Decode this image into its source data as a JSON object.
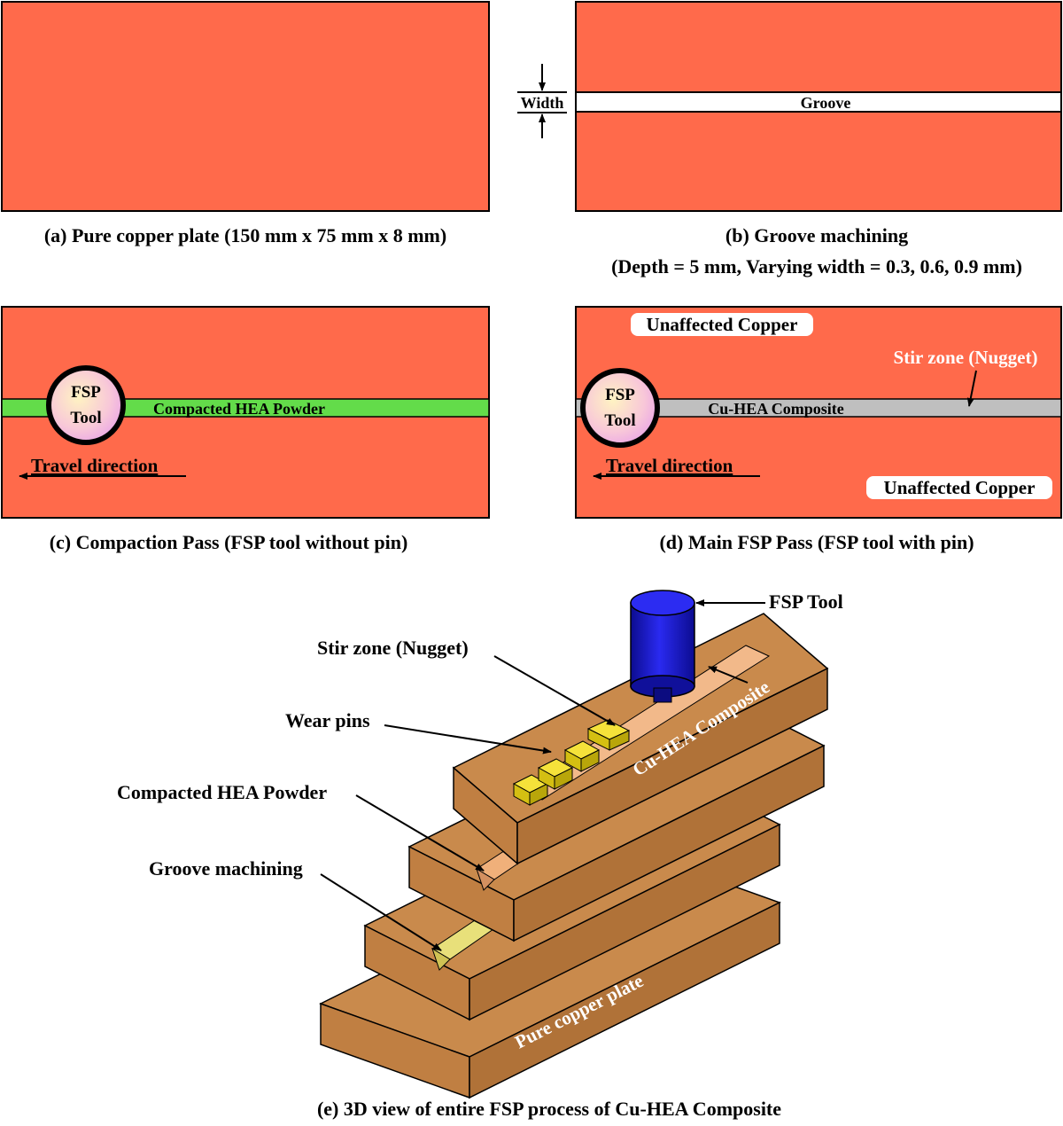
{
  "colors": {
    "copper": "#ff6a4b",
    "groove_fill": "#ffffff",
    "hea_powder": "#63dc4a",
    "composite": "#bfbfbf",
    "block_top": "#c98a4c",
    "block_side": "#b07238",
    "block_face": "#c07f42",
    "tool_blue": "#1a1adc",
    "wear_pin": "#e6d21a",
    "label_white": "#ffffff"
  },
  "panel_a": {
    "caption": "(a) Pure copper plate (150 mm x 75 mm x 8 mm)"
  },
  "panel_b": {
    "groove_label": "Groove",
    "width_label": "Width",
    "caption_line1": "(b) Groove machining",
    "caption_line2": "(Depth = 5 mm, Varying width = 0.3, 0.6, 0.9 mm)"
  },
  "panel_c": {
    "tool_line1": "FSP",
    "tool_line2": "Tool",
    "strip_label": "Compacted HEA Powder",
    "travel_label": "Travel direction",
    "caption": "(c) Compaction Pass (FSP tool without pin)"
  },
  "panel_d": {
    "tool_line1": "FSP",
    "tool_line2": "Tool",
    "strip_label": "Cu-HEA Composite",
    "travel_label": "Travel direction",
    "unaffected_top": "Unaffected Copper",
    "unaffected_bottom": "Unaffected Copper",
    "stir_label": "Stir zone (Nugget)",
    "caption": "(d) Main FSP Pass (FSP tool with pin)"
  },
  "panel_e": {
    "fsp_tool": "FSP Tool",
    "stir_zone": "Stir zone (Nugget)",
    "wear_pins": "Wear pins",
    "compacted": "Compacted HEA Powder",
    "groove": "Groove machining",
    "composite_on_block": "Cu-HEA Composite",
    "plate_on_block": "Pure copper plate",
    "caption": "(e) 3D view of entire FSP process of Cu-HEA Composite"
  }
}
